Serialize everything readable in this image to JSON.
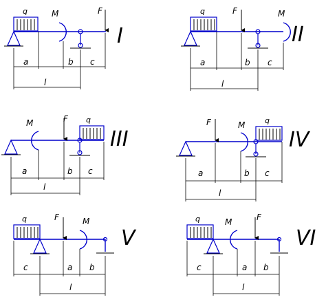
{
  "labels": {
    "q": "q",
    "M": "M",
    "F": "F",
    "a": "a",
    "b": "b",
    "c": "c",
    "l": "l"
  },
  "schemes": [
    {
      "numeral": "I"
    },
    {
      "numeral": "II"
    },
    {
      "numeral": "III"
    },
    {
      "numeral": "IV"
    },
    {
      "numeral": "V"
    },
    {
      "numeral": "VI"
    }
  ],
  "colors": {
    "beam": "#0000cc",
    "lines": "#000000",
    "background": "#ffffff"
  }
}
